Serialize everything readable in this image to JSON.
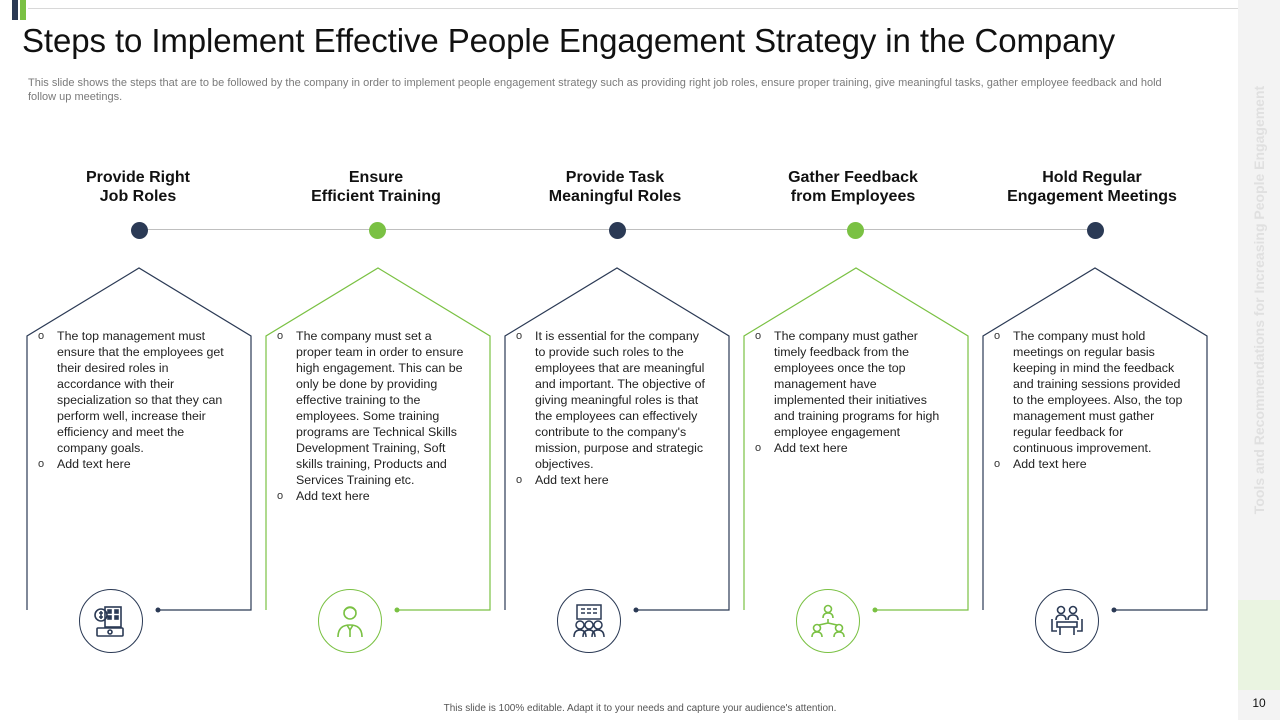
{
  "slide": {
    "title": "Steps to Implement Effective People Engagement Strategy in the Company",
    "subtitle": "This slide shows the steps that are to be followed by the company in order to implement people engagement strategy such as providing right job roles, ensure proper training, give meaningful tasks, gather employee feedback and hold follow up meetings.",
    "side_label": "Tools and Recommendations for Increasing People Engagement",
    "page_number": "10",
    "footer": "This slide is 100% editable. Adapt it to your needs and capture your audience's attention."
  },
  "colors": {
    "navy": "#2b3a55",
    "green": "#7ac143",
    "text": "#222222",
    "muted": "#7a7a7a"
  },
  "steps": [
    {
      "title_line1": "Provide Right",
      "title_line2": "Job Roles",
      "bullet1": "The top management must ensure that the employees get their desired roles in accordance with their specialization so that they can perform well, increase their efficiency and meet the company goals.",
      "bullet2": "Add text here",
      "icon": "money-building-icon",
      "accent": "navy"
    },
    {
      "title_line1": "Ensure",
      "title_line2": "Efficient Training",
      "bullet1": "The company must set a proper team in order to ensure high engagement. This can be only be done by providing effective training to the employees. Some training programs are Technical Skills Development Training, Soft skills training, Products and Services Training etc.",
      "bullet2": "Add text here",
      "icon": "trainer-icon",
      "accent": "green"
    },
    {
      "title_line1": "Provide Task",
      "title_line2": "Meaningful Roles",
      "bullet1": "It is essential for the company to provide such roles to the employees that are meaningful and important. The objective of giving meaningful roles is that the employees can effectively contribute to the company's mission, purpose and strategic objectives.",
      "bullet2": "Add text here",
      "icon": "team-building-icon",
      "accent": "navy"
    },
    {
      "title_line1": "Gather Feedback",
      "title_line2": "from Employees",
      "bullet1": "The company must gather timely feedback from the employees once the top management have implemented their initiatives and training programs for high employee engagement",
      "bullet2": "Add text here",
      "icon": "network-people-icon",
      "accent": "green"
    },
    {
      "title_line1": "Hold Regular",
      "title_line2": "Engagement Meetings",
      "bullet1": "The company must hold meetings on regular basis keeping in mind the feedback and training sessions provided to the employees. Also, the top management must gather regular feedback for continuous improvement.",
      "bullet2": "Add text here",
      "icon": "meeting-table-icon",
      "accent": "navy"
    }
  ]
}
